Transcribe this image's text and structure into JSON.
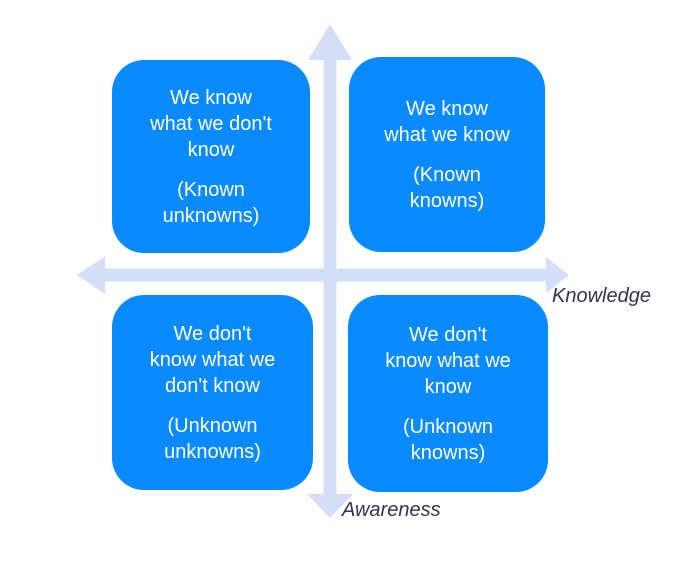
{
  "colors": {
    "box_blue": "#0a8aff",
    "box_text": "#ffffff",
    "axis": "#d4def6",
    "label_text": "#33334f",
    "background": "#ffffff"
  },
  "axes": {
    "x_label": "Knowledge",
    "y_label": "Awareness"
  },
  "quadrants": [
    {
      "name": "known-unknowns",
      "position": "top-left",
      "statement": "We know\nwhat we don't\nknow",
      "label": "(Known\nunknowns)"
    },
    {
      "name": "known-knowns",
      "position": "top-right",
      "statement": "We know\nwhat we know",
      "label": "(Known\nknowns)"
    },
    {
      "name": "unknown-unknowns",
      "position": "bottom-left",
      "statement": "We don't\nknow what we\ndon't know",
      "label": "(Unknown\nunknowns)"
    },
    {
      "name": "unknown-knowns",
      "position": "bottom-right",
      "statement": "We don't\nknow what we\nknow",
      "label": "(Unknown\nknowns)"
    }
  ]
}
